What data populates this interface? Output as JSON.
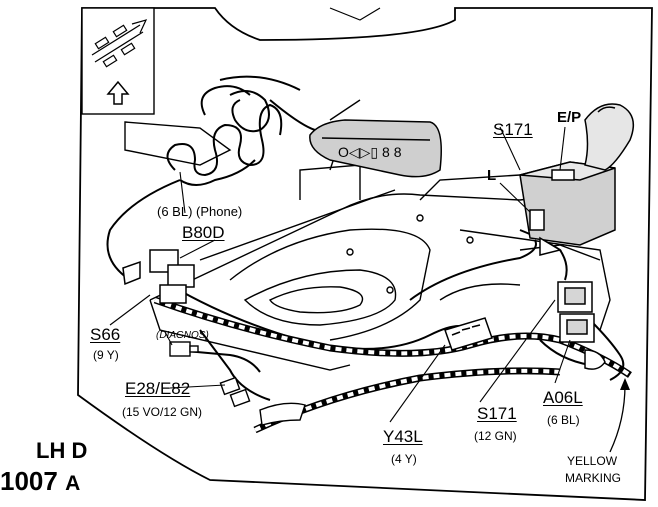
{
  "diagram": {
    "labels": {
      "s171_top": "S171",
      "ep": "E/P",
      "l": "L",
      "phone": "(6 BL) (Phone)",
      "b80d": "B80D",
      "s66": "S66",
      "s66_sub": "(9 Y)",
      "diagnos": "(DIAGNOS)",
      "e28e82": "E28/E82",
      "e28e82_sub": "(15 VO/12 GN)",
      "y43l": "Y43L",
      "y43l_sub": "(4 Y)",
      "s171_bottom": "S171",
      "s171_bottom_sub": "(12 GN)",
      "a06l": "A06L",
      "a06l_sub": "(6 BL)",
      "yellow_marking_1": "YELLOW",
      "yellow_marking_2": "MARKING",
      "lhd": "LH D",
      "ref_num": "1007",
      "ref_letter": "A",
      "display_glyphs": "O◁▷▯ 8 8"
    }
  }
}
